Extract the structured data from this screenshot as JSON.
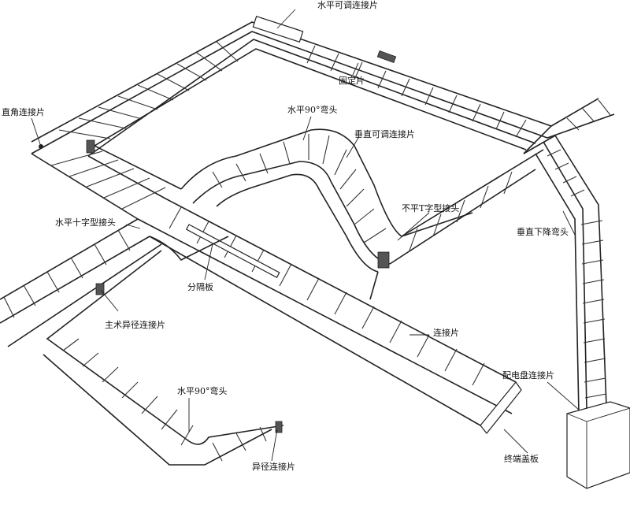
{
  "labels": {
    "horizontal_adjustable_plate": "水平可调连接片",
    "fixing_plate": "固定片",
    "right_angle_plate": "直角连接片",
    "horizontal_90_bend_top": "水平90°弯头",
    "vertical_adjustable_plate": "垂直可调连接片",
    "horizontal_cross_tee": "水平十字型接头",
    "unequal_tee": "不平T字型接头",
    "vertical_down_bend": "垂直下降弯头",
    "divider_plate": "分隔板",
    "trunk_reducer_plate": "主术异径连接片",
    "connecting_plate": "连接片",
    "horizontal_90_bend_bottom": "水平90°弯头",
    "distribution_box_plate": "配电盘连接片",
    "reducer_plate": "异径连接片",
    "end_cover_plate": "终端盖板"
  }
}
